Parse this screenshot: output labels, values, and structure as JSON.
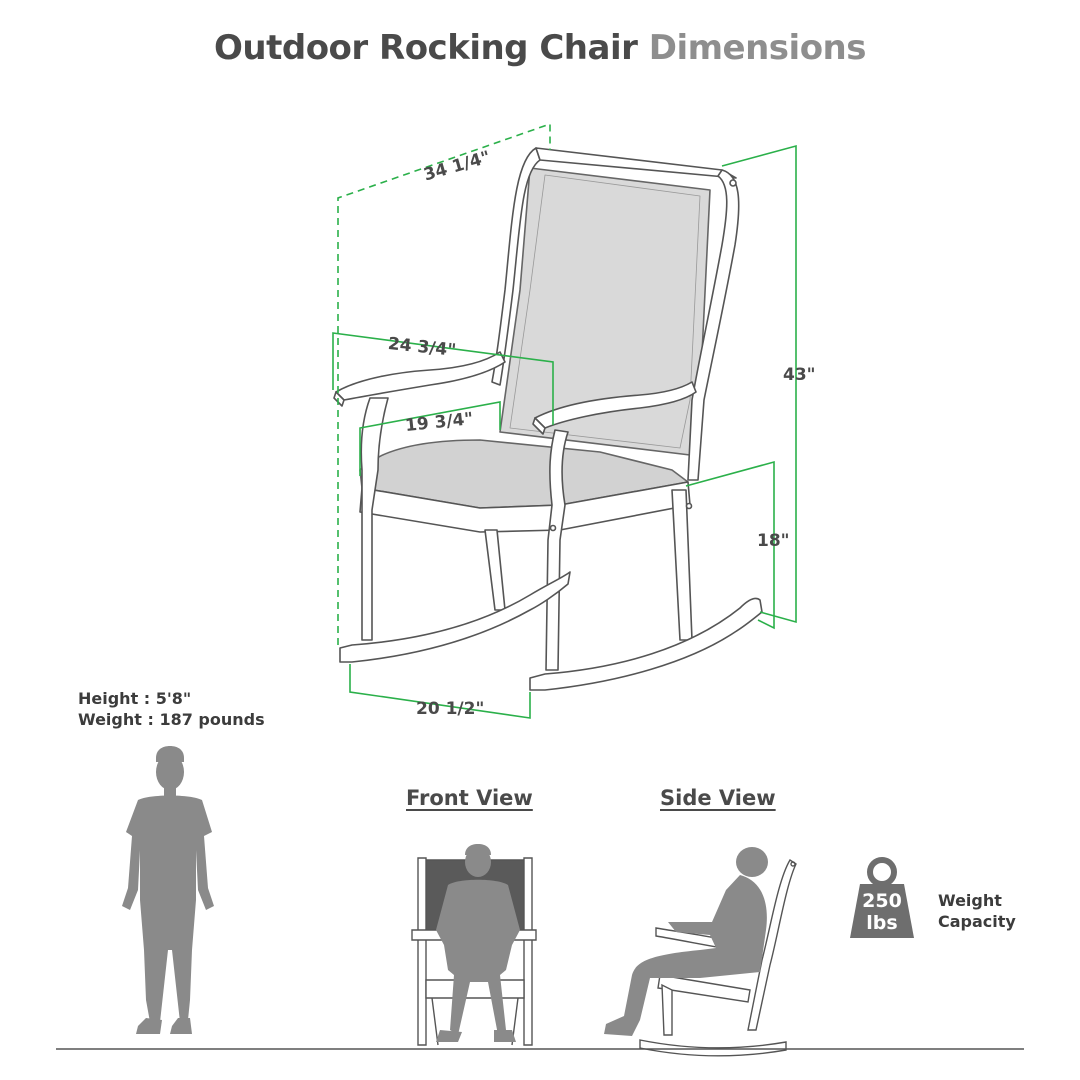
{
  "title": {
    "main": "Outdoor Rocking Chair",
    "accent": "Dimensions"
  },
  "dimensions": {
    "back_depth": "34 1/4\"",
    "arm_width": "24 3/4\"",
    "seat_width": "19 3/4\"",
    "total_height": "43\"",
    "seat_height": "18\"",
    "base_width": "20 1/2\""
  },
  "person": {
    "height": "Height : 5'8\"",
    "weight": "Weight : 187 pounds"
  },
  "views": {
    "front": "Front View",
    "side": "Side View"
  },
  "capacity": {
    "value": "250",
    "unit": "lbs",
    "label_line1": "Weight",
    "label_line2": "Capacity"
  },
  "colors": {
    "dimension_line": "#2bb04a",
    "silhouette": "#8a8a8a",
    "text_dark": "#4a4a4a",
    "text_light": "#8e8e8e"
  }
}
